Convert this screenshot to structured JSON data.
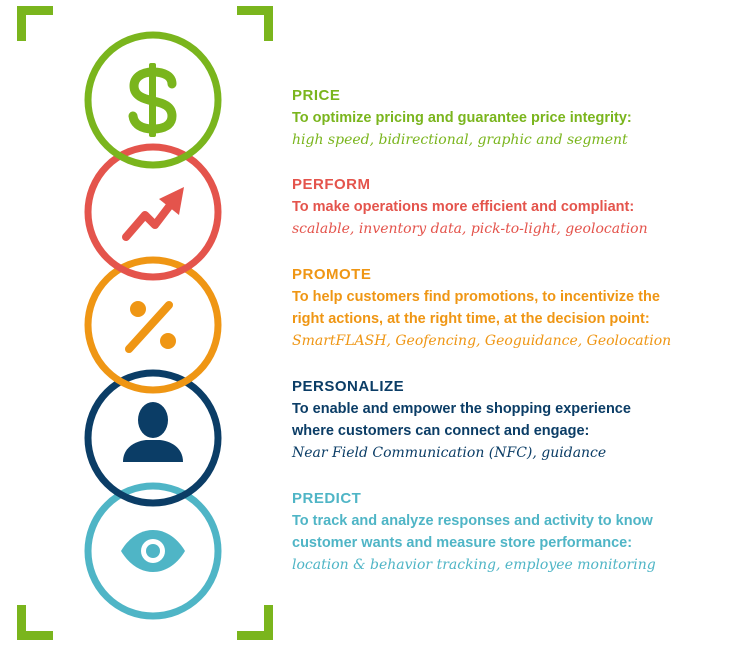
{
  "colors": {
    "corner": "#7ab51d",
    "price": "#7ab51d",
    "perform": "#e4544c",
    "promote": "#ef9614",
    "personalize": "#0b3d66",
    "predict": "#4fb5c6"
  },
  "items": [
    {
      "key": "price",
      "icon": "dollar-icon",
      "heading": "PRICE",
      "description": "To optimize pricing and guarantee price integrity:",
      "detail": "high speed, bidirectional, graphic and segment"
    },
    {
      "key": "perform",
      "icon": "trend-arrow-icon",
      "heading": "PERFORM",
      "description": "To make operations more efficient and compliant:",
      "detail": "scalable, inventory data, pick-to-light, geolocation"
    },
    {
      "key": "promote",
      "icon": "percent-icon",
      "heading": "PROMOTE",
      "description": "To help customers find promotions, to incentivize the right actions, at the right time, at the decision point:",
      "description_lines": [
        "To help customers find promotions, to incentivize the",
        "right actions, at the right time, at the decision point:"
      ],
      "detail": "SmartFLASH, Geofencing, Geoguidance, Geolocation"
    },
    {
      "key": "personalize",
      "icon": "person-icon",
      "heading": "PERSONALIZE",
      "description_lines": [
        "To enable and empower the shopping experience",
        "where customers can connect and engage:"
      ],
      "detail": "Near Field Communication (NFC), guidance"
    },
    {
      "key": "predict",
      "icon": "eye-icon",
      "heading": "PREDICT",
      "description_lines": [
        "To track and analyze responses and activity to know",
        "customer wants and measure store performance:"
      ],
      "detail": "location & behavior tracking, employee monitoring"
    }
  ]
}
